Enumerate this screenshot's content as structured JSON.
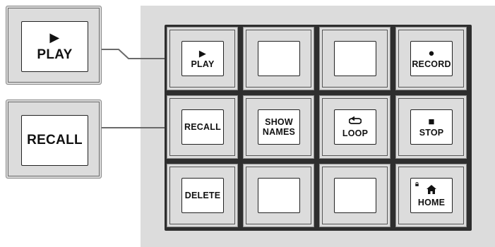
{
  "callouts": {
    "play": {
      "label": "PLAY",
      "glyph": "▶"
    },
    "recall": {
      "label": "RECALL"
    }
  },
  "keys": {
    "play": {
      "label": "PLAY",
      "glyph": "▶"
    },
    "record": {
      "label": "RECORD",
      "glyph": "●"
    },
    "recall": {
      "label": "RECALL"
    },
    "show_names": {
      "line1": "SHOW",
      "line2": "NAMES"
    },
    "loop": {
      "label": "LOOP",
      "glyph": "⟲"
    },
    "stop": {
      "label": "STOP",
      "glyph": "■"
    },
    "delete": {
      "label": "DELETE"
    },
    "home": {
      "label": "HOME",
      "glyph": "🏠"
    }
  },
  "colors": {
    "panel": "#dcdcdc",
    "frame": "#2e2e2e",
    "key_face": "#ffffff",
    "text": "#111111"
  }
}
